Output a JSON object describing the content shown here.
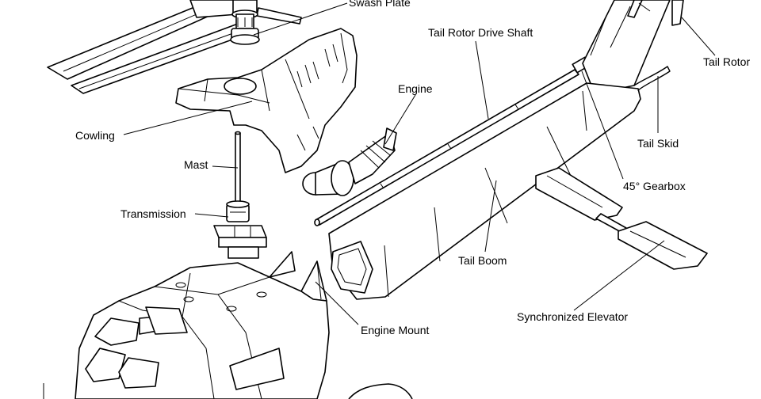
{
  "labels": {
    "swash_plate": "Swash Plate",
    "tail_rotor_drive_shaft": "Tail Rotor Drive Shaft",
    "tail_rotor": "Tail Rotor",
    "engine": "Engine",
    "cowling": "Cowling",
    "tail_skid": "Tail Skid",
    "mast": "Mast",
    "gearbox_45": "45° Gearbox",
    "transmission": "Transmission",
    "tail_boom": "Tail Boom",
    "synchronized_elevator": "Synchronized Elevator",
    "engine_mount": "Engine Mount"
  }
}
